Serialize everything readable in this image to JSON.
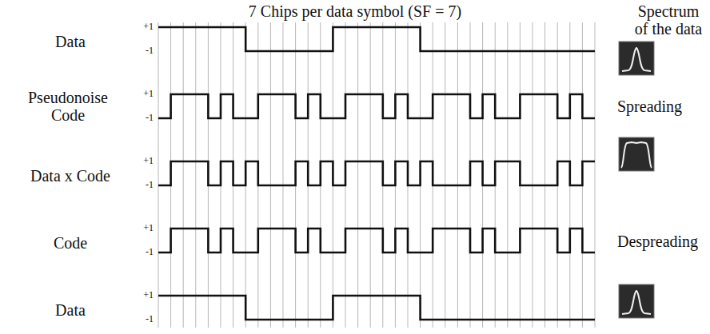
{
  "diagram": {
    "title": "7 Chips per data symbol (SF = 7)",
    "labels": [
      "Data",
      "+1",
      "-1",
      "Pseudonoise Code",
      "+1",
      "-1",
      "Data x Code",
      "+1",
      "-1",
      "Code",
      "+1",
      "-1",
      "Data",
      "+1",
      "-1",
      "Spectrum of the data",
      "Spreading",
      "Despreading"
    ]
  }
}
